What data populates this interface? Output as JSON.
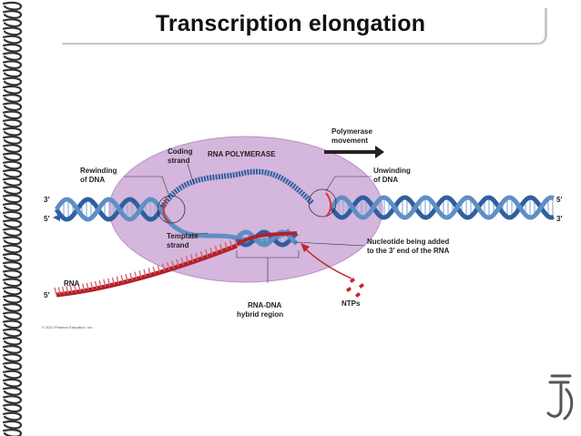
{
  "title": "Transcription elongation",
  "labels": {
    "polymerase_movement": [
      "Polymerase",
      "movement"
    ],
    "rna_polymerase": "RNA POLYMERASE",
    "coding_strand": [
      "Coding",
      "strand"
    ],
    "rewinding": [
      "Rewinding",
      "of DNA"
    ],
    "unwinding": [
      "Unwinding",
      "of DNA"
    ],
    "template_strand": [
      "Template",
      "strand"
    ],
    "nucleotide_added": [
      "Nucleotide being added",
      "to the 3′ end of the RNA"
    ],
    "rna": "RNA",
    "ntps": "NTPs",
    "hybrid": [
      "RNA-DNA",
      "hybrid region"
    ],
    "copyright": "© 2012 Pearson Education, Inc."
  },
  "ends": {
    "left_top": "3′",
    "left_bottom": "5′",
    "right_top": "5′",
    "right_bottom": "3′",
    "rna_left": "5′"
  },
  "colors": {
    "polymerase": "#d5b6dc",
    "dna_coding": "#2f5f9f",
    "dna_template": "#5e8fc4",
    "rna": "#b3202a",
    "rewind_unwind_arrow": "#d7333d",
    "movement_arrow": "#222222"
  }
}
